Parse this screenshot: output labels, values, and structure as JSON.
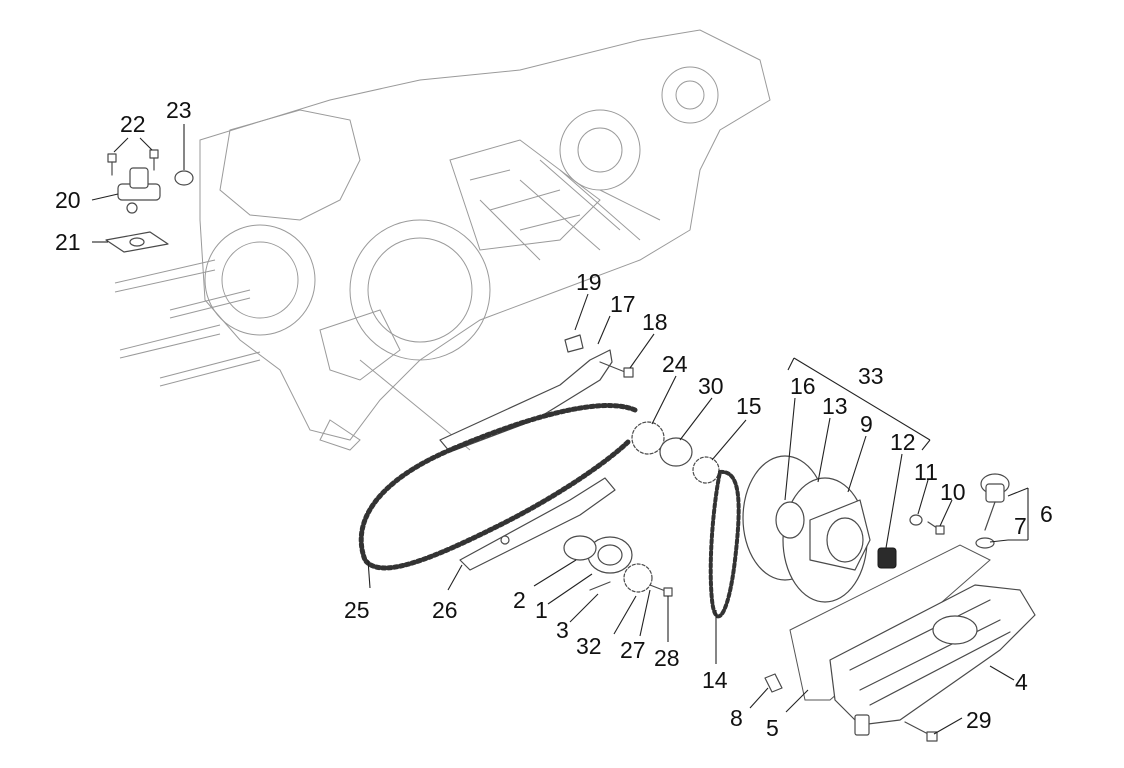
{
  "diagram": {
    "callouts": [
      {
        "id": "c1",
        "label": "1"
      },
      {
        "id": "c2",
        "label": "2"
      },
      {
        "id": "c3",
        "label": "3"
      },
      {
        "id": "c4",
        "label": "4"
      },
      {
        "id": "c5",
        "label": "5"
      },
      {
        "id": "c6",
        "label": "6"
      },
      {
        "id": "c7",
        "label": "7"
      },
      {
        "id": "c8",
        "label": "8"
      },
      {
        "id": "c9",
        "label": "9"
      },
      {
        "id": "c10",
        "label": "10"
      },
      {
        "id": "c11",
        "label": "11"
      },
      {
        "id": "c12",
        "label": "12"
      },
      {
        "id": "c13",
        "label": "13"
      },
      {
        "id": "c14",
        "label": "14"
      },
      {
        "id": "c15",
        "label": "15"
      },
      {
        "id": "c16",
        "label": "16"
      },
      {
        "id": "c17",
        "label": "17"
      },
      {
        "id": "c18",
        "label": "18"
      },
      {
        "id": "c19",
        "label": "19"
      },
      {
        "id": "c20",
        "label": "20"
      },
      {
        "id": "c21",
        "label": "21"
      },
      {
        "id": "c22",
        "label": "22"
      },
      {
        "id": "c23",
        "label": "23"
      },
      {
        "id": "c24",
        "label": "24"
      },
      {
        "id": "c25",
        "label": "25"
      },
      {
        "id": "c26",
        "label": "26"
      },
      {
        "id": "c27",
        "label": "27"
      },
      {
        "id": "c28",
        "label": "28"
      },
      {
        "id": "c29",
        "label": "29"
      },
      {
        "id": "c30",
        "label": "30"
      },
      {
        "id": "c32",
        "label": "32"
      },
      {
        "id": "c33",
        "label": "33"
      }
    ]
  }
}
